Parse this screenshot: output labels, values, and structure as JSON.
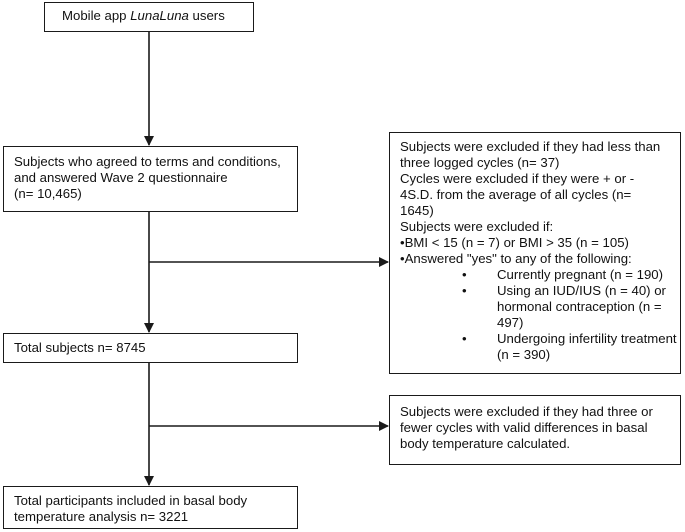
{
  "boxes": {
    "app_users": {
      "prefix": "Mobile app ",
      "app_name": "LunaLuna",
      "suffix": " users"
    },
    "agreed": {
      "lines": [
        "Subjects who agreed to terms and conditions,",
        "and answered Wave 2 questionnaire",
        "(n= 10,465)"
      ]
    },
    "total_subjects": {
      "text": "Total subjects n= 8745"
    },
    "total_participants": {
      "lines": [
        "Total participants included in basal body",
        "temperature analysis n= 3221"
      ]
    }
  },
  "exclusion_1": {
    "lines": [
      "Subjects were excluded if they had less than",
      "three logged cycles (n= 37)",
      "Cycles were excluded if they were + or -",
      "4S.D. from the average of all cycles (n=",
      "1645)",
      "Subjects were excluded if:",
      "•BMI < 15 (n = 7) or BMI > 35 (n = 105)",
      "•Answered \"yes\" to any of the following:"
    ],
    "bullet_symbol": "•",
    "sub_items": [
      "Currently pregnant (n = 190)",
      "Using an IUD/IUS (n = 40) or hormonal contraception (n = 497)",
      "Undergoing infertility treatment (n = 390)"
    ]
  },
  "exclusion_2": {
    "lines": [
      "Subjects were excluded if they had three or",
      "fewer cycles with valid differences in basal",
      "body temperature calculated."
    ]
  },
  "colors": {
    "stroke": "#1a1a1a",
    "text": "#111111",
    "background": "#ffffff"
  }
}
